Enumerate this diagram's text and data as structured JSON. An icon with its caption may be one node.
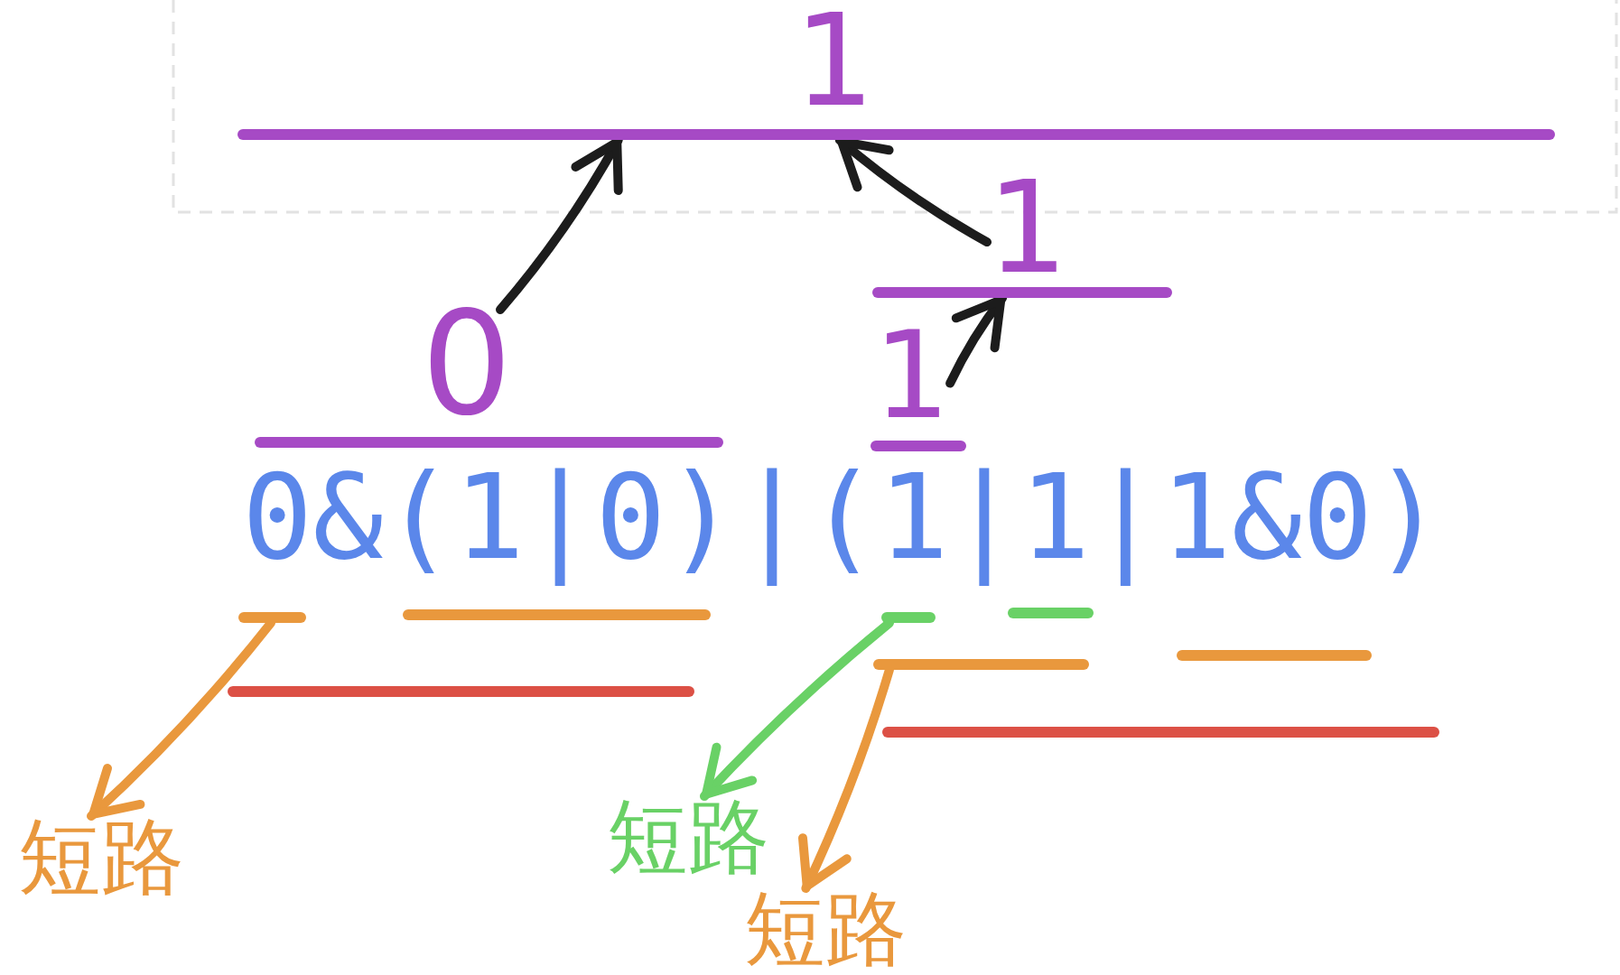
{
  "diagram": {
    "nodes": [
      {
        "text": [],
        "shape": "line"
      },
      {
        "text": [
          "1"
        ]
      },
      {
        "text": [],
        "shape": "line"
      },
      {
        "text": [
          "0"
        ]
      },
      {
        "text": [
          "1"
        ]
      },
      {
        "text": [],
        "shape": "line"
      },
      {
        "text": [],
        "shape": "line"
      },
      {
        "text": [],
        "shape": "line"
      },
      {
        "text": [
          "短路"
        ]
      },
      {
        "text": [
          "短路"
        ]
      },
      {
        "text": [
          "短路"
        ]
      }
    ],
    "edges": [
      {
        "from": 3,
        "to": 0,
        "arrow": "to"
      },
      {
        "from": 1,
        "to": 0,
        "arrow": "to"
      },
      {
        "from": 4,
        "to": 2,
        "arrow": "to"
      },
      {
        "from": 5,
        "to": 8,
        "arrow": "to",
        "color": "#e9983d"
      },
      {
        "from": 6,
        "to": 9,
        "arrow": "to",
        "color": "#69d166"
      },
      {
        "from": 7,
        "to": 10,
        "arrow": "to",
        "color": "#e9983d"
      }
    ],
    "labels": [
      "1",
      "0&(1|0)|(1|1|1&0)"
    ]
  }
}
